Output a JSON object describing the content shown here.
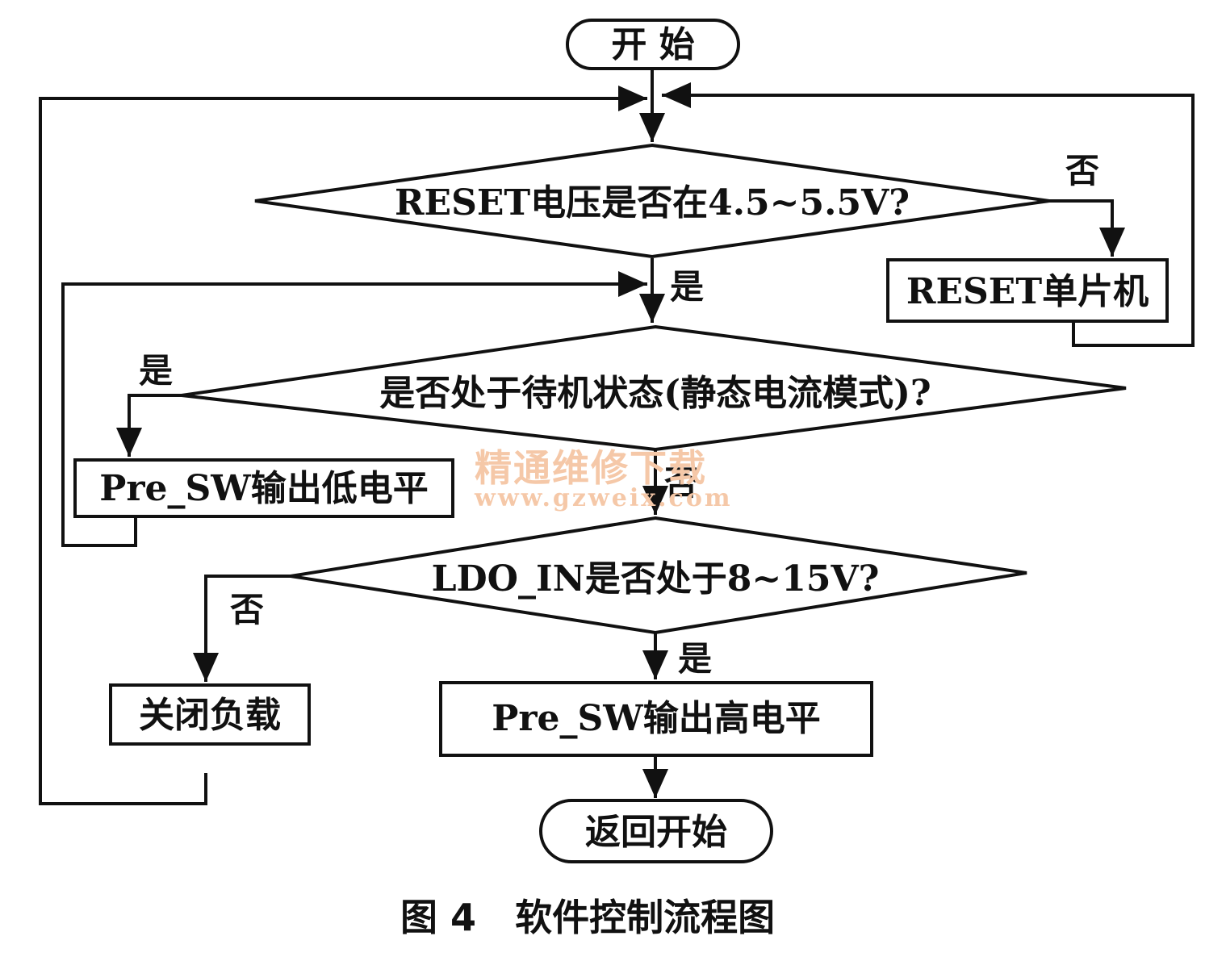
{
  "nodes": {
    "start": "开 始",
    "cond_reset": "RESET电压是否在4.5~5.5V?",
    "reset_mcu": "RESET单片机",
    "cond_standby": "是否处于待机状态(静态电流模式)?",
    "pre_sw_low": "Pre_SW输出低电平",
    "cond_ldo": "LDO_IN是否处于8~15V?",
    "close_load": "关闭负载",
    "pre_sw_high": "Pre_SW输出高电平",
    "return_start": "返回开始"
  },
  "edges": {
    "reset_no": "否",
    "reset_yes": "是",
    "standby_yes": "是",
    "standby_no": "否",
    "ldo_no": "否",
    "ldo_yes": "是"
  },
  "watermark": {
    "name": "精通维修下载",
    "url": "www.gzweix.com"
  },
  "caption": "图 4   软件控制流程图"
}
